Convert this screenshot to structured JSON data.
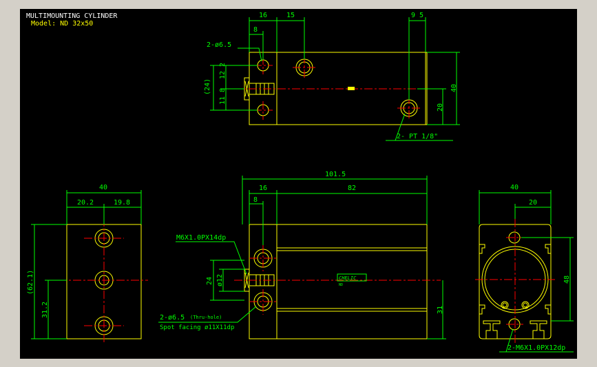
{
  "title": {
    "line1": "MULTIMOUNTING CYLINDER",
    "line2": "Model:  ND  32x50"
  },
  "colors": {
    "background": "#000000",
    "outline": "#ffff00",
    "dimension": "#00ff00",
    "centerline": "#ff0000",
    "frame": "#d4d0c8"
  },
  "top_view": {
    "dims": {
      "d16": "16",
      "d15": "15",
      "d95": "9 5",
      "d8": "8",
      "d40": "40",
      "d20": "20",
      "d122": "12 2",
      "d118": "11 8",
      "d24": "(24)"
    },
    "labels": {
      "holes": "2-ø6.5",
      "port": "2- PT 1/8\""
    }
  },
  "front_view": {
    "dims": {
      "d1015": "101.5",
      "d16": "16",
      "d82": "82",
      "d8": "8",
      "d24": "24",
      "d12": "ø12",
      "d31": "31"
    },
    "labels": {
      "thread": "M6X1.0PX14dp",
      "holes": "2-ø6.5",
      "holes_note": "(Thru-hole)",
      "spot": "Spot facing  ø11X11dp",
      "logo": "CHELIC",
      "logo_small": "ND"
    }
  },
  "left_view": {
    "dims": {
      "d40": "40",
      "d202": "20.2",
      "d198": "19.8",
      "d621": "(62.1)",
      "d312": "31.2"
    }
  },
  "right_view": {
    "dims": {
      "d40": "40",
      "d20": "20",
      "d48": "48"
    },
    "labels": {
      "thread": "2-M6X1.0PX12dp"
    }
  }
}
